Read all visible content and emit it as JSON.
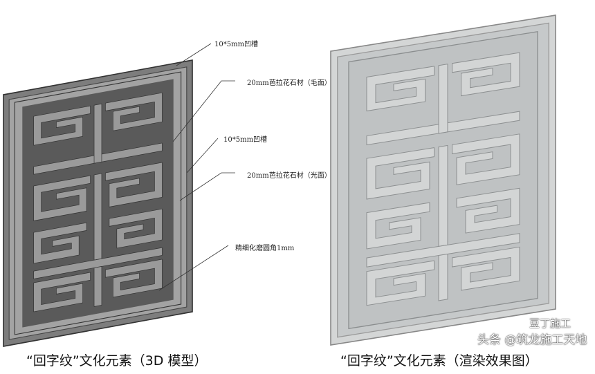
{
  "annotations": [
    "10*5mm凹槽",
    "20mm芭拉花石材（毛面）",
    "10*5mm凹槽",
    "20mm芭拉花石材（光面）",
    "精细化磨圆角1mm"
  ],
  "captions": {
    "left": "“回字纹”文化元素（3D 模型）",
    "right": "“回字纹”文化元素（渲染效果图）"
  },
  "watermark": {
    "line1": "豆丁施工",
    "line2": "头条 @筑龙施工天地"
  },
  "colors": {
    "model_dark": "#5a5a5a",
    "model_light": "#9a9a9a",
    "render_stone": "#c9cccd"
  }
}
